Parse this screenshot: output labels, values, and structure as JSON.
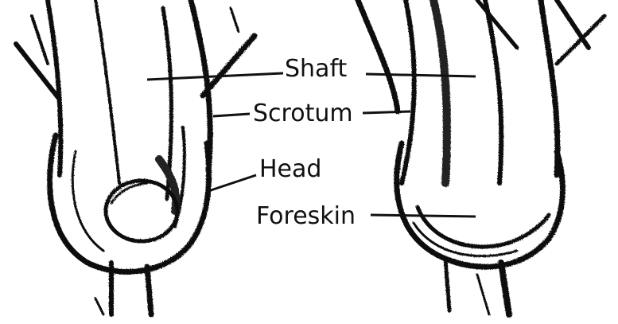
{
  "labels": {
    "shaft": "Shaft",
    "scrotum": "Scrotum",
    "head": "Head",
    "foreskin": "Foreskin"
  },
  "colors": {
    "ink": "#111111",
    "background": "#ffffff"
  }
}
